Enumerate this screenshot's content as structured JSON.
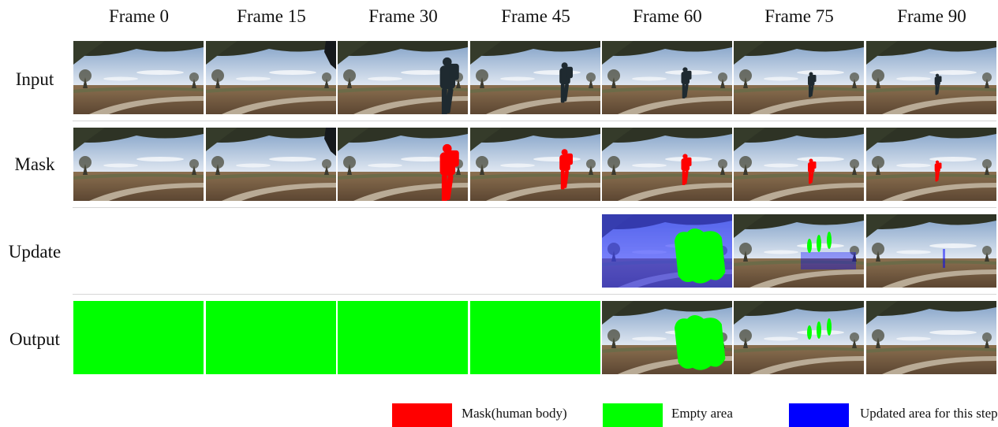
{
  "columns": [
    "Frame 0",
    "Frame 15",
    "Frame 30",
    "Frame 45",
    "Frame 60",
    "Frame 75",
    "Frame 90"
  ],
  "rows": [
    "Input",
    "Mask",
    "Update",
    "Output"
  ],
  "legend": [
    {
      "label": "Mask(human body)",
      "color": "#ff0000"
    },
    {
      "label": "Empty area",
      "color": "#00ff00"
    },
    {
      "label": "Updated area for this step",
      "color": "#0000ff"
    }
  ],
  "colors": {
    "mask": "#ff0000",
    "empty": "#00ff00",
    "updated": "#0000ff",
    "person": "#1f2a30"
  },
  "cells": {
    "Input": [
      "photo",
      "photo+person-edge",
      "photo+person",
      "photo+person",
      "photo+person",
      "photo+person",
      "photo+person"
    ],
    "Mask": [
      "photo",
      "photo+person-edge",
      "photo+mask",
      "photo+mask",
      "photo+mask",
      "photo+mask",
      "photo+mask"
    ],
    "Update": [
      "blank",
      "blank",
      "blank",
      "blank",
      "blue+green",
      "photo+green+blue",
      "photo+blue"
    ],
    "Output": [
      "green",
      "green",
      "green",
      "green",
      "photo+green",
      "photo+green",
      "photo"
    ]
  }
}
